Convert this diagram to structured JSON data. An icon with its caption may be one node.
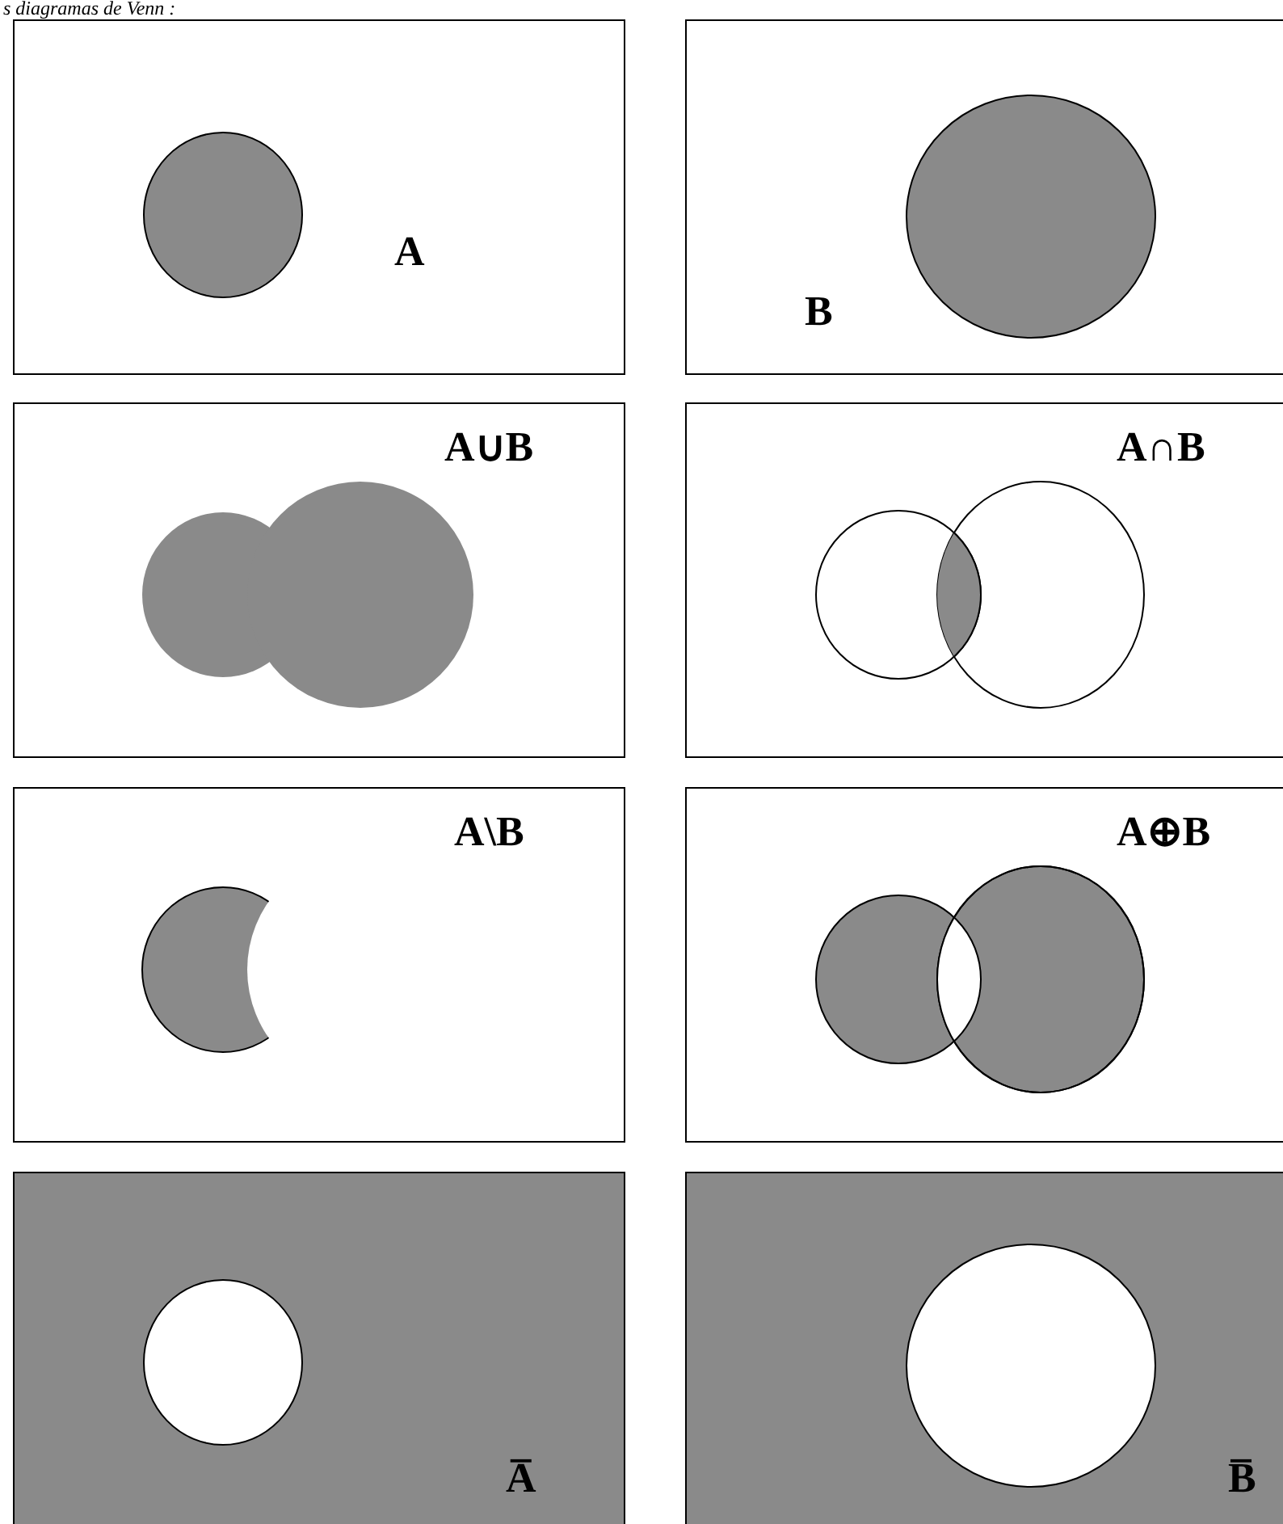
{
  "diagram": {
    "title": "s diagramas de Venn :",
    "nodes": [
      {
        "text": [
          "A"
        ]
      },
      {
        "text": [
          "B"
        ]
      },
      {
        "text": [
          "A∪B"
        ]
      },
      {
        "text": [
          "A∩B"
        ]
      },
      {
        "text": [
          "A\\B"
        ]
      },
      {
        "text": [
          "A⊕B"
        ]
      },
      {
        "text": [
          "A̅"
        ]
      },
      {
        "text": [
          "B̅"
        ]
      }
    ]
  }
}
